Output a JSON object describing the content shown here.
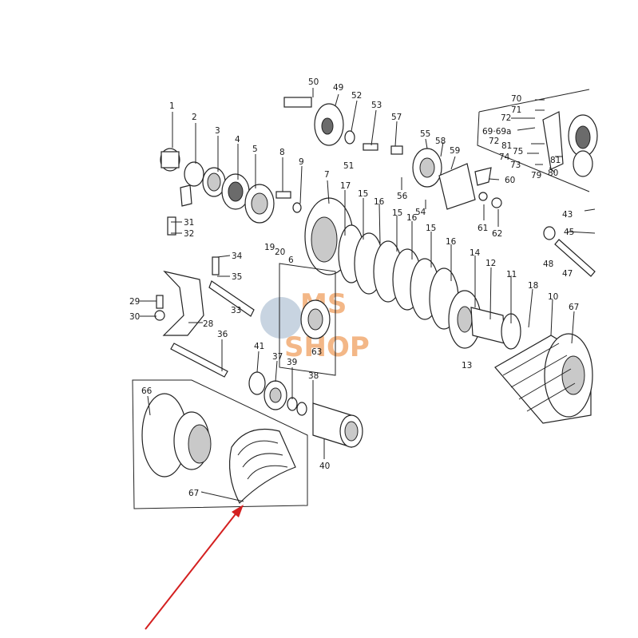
{
  "watermark": {
    "line1": "MS",
    "line2": "SHOP",
    "color": "#f0a060"
  },
  "arrow": {
    "color": "#d42020"
  },
  "callouts": [
    {
      "id": "c1",
      "text": "1"
    },
    {
      "id": "c2",
      "text": "2"
    },
    {
      "id": "c3",
      "text": "3"
    },
    {
      "id": "c4",
      "text": "4"
    },
    {
      "id": "c5",
      "text": "5"
    },
    {
      "id": "c6",
      "text": "6"
    },
    {
      "id": "c7",
      "text": "7"
    },
    {
      "id": "c8",
      "text": "8"
    },
    {
      "id": "c9",
      "text": "9"
    },
    {
      "id": "c10",
      "text": "10"
    },
    {
      "id": "c11",
      "text": "11"
    },
    {
      "id": "c12",
      "text": "12"
    },
    {
      "id": "c13",
      "text": "13"
    },
    {
      "id": "c14",
      "text": "14"
    },
    {
      "id": "c15a",
      "text": "15"
    },
    {
      "id": "c15b",
      "text": "15"
    },
    {
      "id": "c15c",
      "text": "15"
    },
    {
      "id": "c16a",
      "text": "16"
    },
    {
      "id": "c16b",
      "text": "16"
    },
    {
      "id": "c16c",
      "text": "16"
    },
    {
      "id": "c17",
      "text": "17"
    },
    {
      "id": "c18",
      "text": "18"
    },
    {
      "id": "c19",
      "text": "19"
    },
    {
      "id": "c20",
      "text": "20"
    },
    {
      "id": "c28",
      "text": "28"
    },
    {
      "id": "c29",
      "text": "29"
    },
    {
      "id": "c30",
      "text": "30"
    },
    {
      "id": "c31",
      "text": "31"
    },
    {
      "id": "c32",
      "text": "32"
    },
    {
      "id": "c33",
      "text": "33"
    },
    {
      "id": "c34",
      "text": "34"
    },
    {
      "id": "c35",
      "text": "35"
    },
    {
      "id": "c36",
      "text": "36"
    },
    {
      "id": "c37",
      "text": "37"
    },
    {
      "id": "c38",
      "text": "38"
    },
    {
      "id": "c39",
      "text": "39"
    },
    {
      "id": "c40",
      "text": "40"
    },
    {
      "id": "c41",
      "text": "41"
    },
    {
      "id": "c43",
      "text": "43"
    },
    {
      "id": "c45",
      "text": "45"
    },
    {
      "id": "c47",
      "text": "47"
    },
    {
      "id": "c48",
      "text": "48"
    },
    {
      "id": "c49",
      "text": "49"
    },
    {
      "id": "c50",
      "text": "50"
    },
    {
      "id": "c51",
      "text": "51"
    },
    {
      "id": "c52",
      "text": "52"
    },
    {
      "id": "c53",
      "text": "53"
    },
    {
      "id": "c54",
      "text": "54"
    },
    {
      "id": "c55",
      "text": "55"
    },
    {
      "id": "c56",
      "text": "56"
    },
    {
      "id": "c57",
      "text": "57"
    },
    {
      "id": "c58",
      "text": "58"
    },
    {
      "id": "c59",
      "text": "59"
    },
    {
      "id": "c60",
      "text": "60"
    },
    {
      "id": "c61",
      "text": "61"
    },
    {
      "id": "c62",
      "text": "62"
    },
    {
      "id": "c63",
      "text": "63"
    },
    {
      "id": "c66",
      "text": "66"
    },
    {
      "id": "c67a",
      "text": "67"
    },
    {
      "id": "c67b",
      "text": "67"
    },
    {
      "id": "c69",
      "text": "69·69a"
    },
    {
      "id": "c70",
      "text": "70"
    },
    {
      "id": "c71",
      "text": "71"
    },
    {
      "id": "c72a",
      "text": "72"
    },
    {
      "id": "c72b",
      "text": "72"
    },
    {
      "id": "c73",
      "text": "73"
    },
    {
      "id": "c74",
      "text": "74"
    },
    {
      "id": "c75",
      "text": "75"
    },
    {
      "id": "c79",
      "text": "79"
    },
    {
      "id": "c80",
      "text": "80"
    },
    {
      "id": "c81a",
      "text": "81"
    },
    {
      "id": "c81b",
      "text": "81"
    }
  ]
}
